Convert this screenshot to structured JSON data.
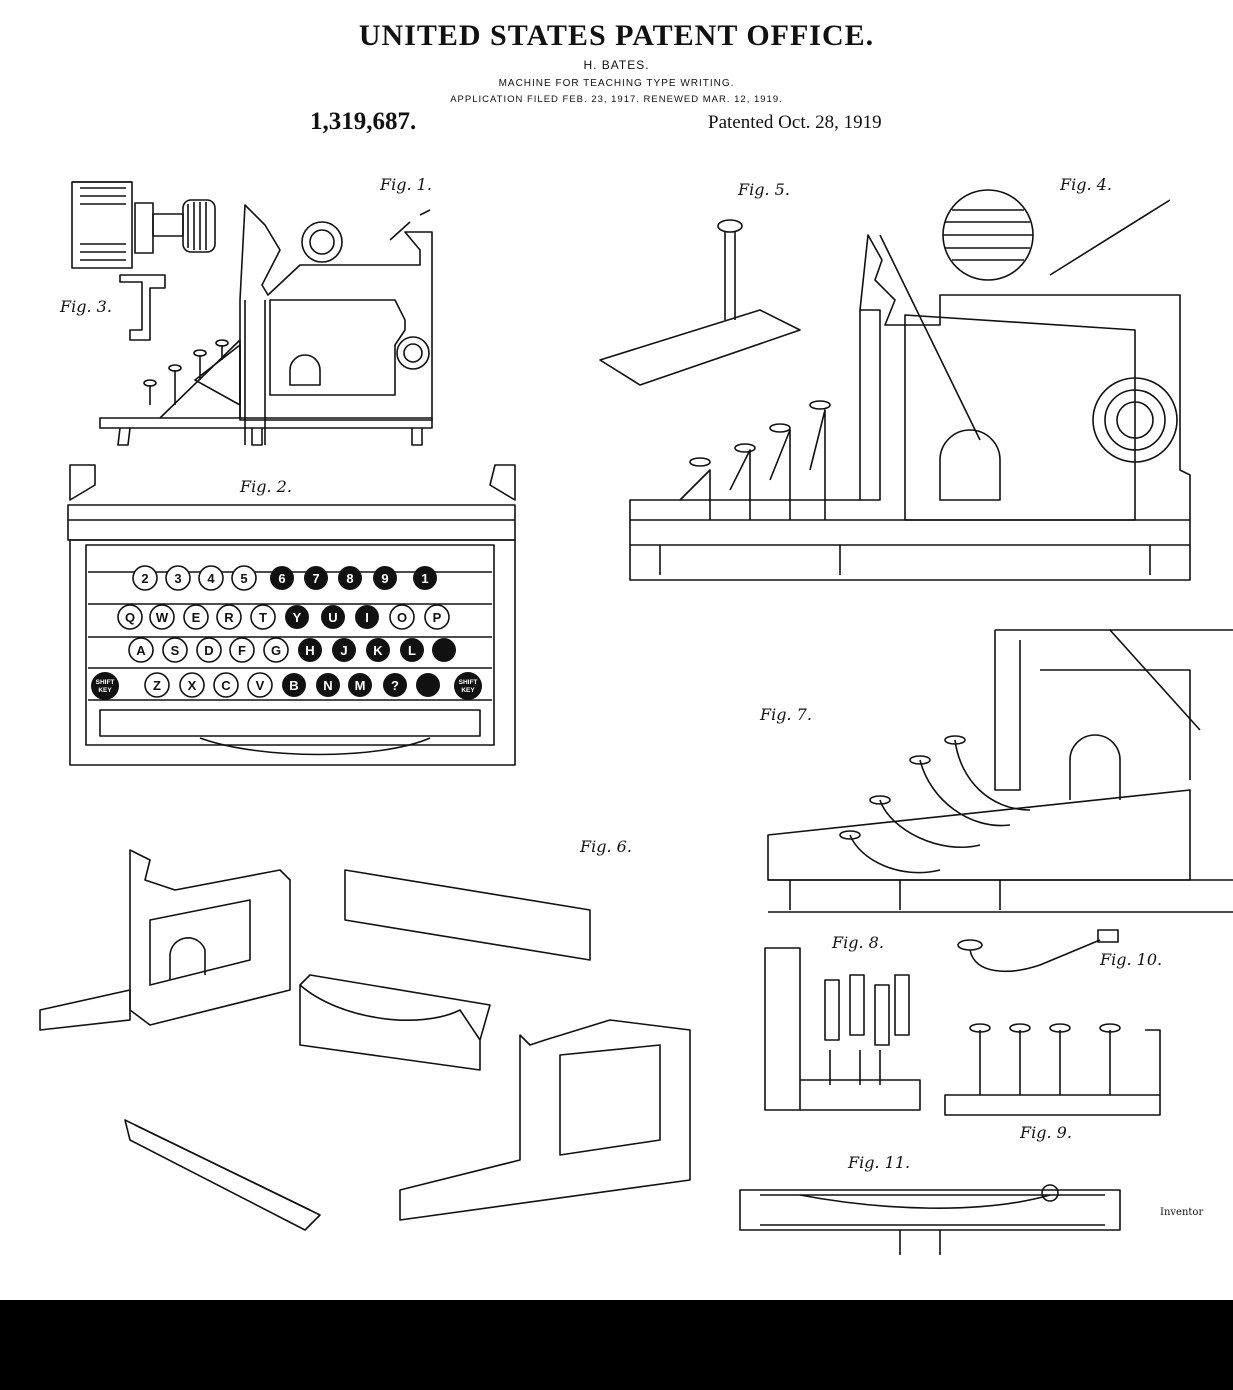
{
  "header": {
    "office": "UNITED STATES PATENT OFFICE.",
    "inventor": "H. BATES.",
    "subject": "MACHINE FOR TEACHING TYPE WRITING.",
    "filed": "APPLICATION FILED FEB. 23, 1917. RENEWED MAR. 12, 1919.",
    "patent_number": "1,319,687.",
    "patented": "Patented Oct. 28, 1919"
  },
  "figures": {
    "fig1": "Fig. 1.",
    "fig2": "Fig. 2.",
    "fig3": "Fig. 3.",
    "fig4": "Fig. 4.",
    "fig5": "Fig. 5.",
    "fig6": "Fig. 6.",
    "fig7": "Fig. 7.",
    "fig8": "Fig. 8.",
    "fig9": "Fig. 9.",
    "fig10": "Fig. 10.",
    "fig11": "Fig. 11."
  },
  "keyboard": {
    "row1": [
      "2",
      "3",
      "4",
      "5",
      "6",
      "7",
      "8",
      "9",
      "1"
    ],
    "row2": [
      "Q",
      "W",
      "E",
      "R",
      "T",
      "Y",
      "U",
      "I",
      "O",
      "P"
    ],
    "row3": [
      "A",
      "S",
      "D",
      "F",
      "G",
      "H",
      "J",
      "K",
      "L"
    ],
    "row4": [
      "Z",
      "X",
      "C",
      "V",
      "B",
      "N",
      "M",
      "?"
    ],
    "shift_left": [
      "SHIFT",
      "KEY"
    ],
    "shift_right": [
      "SHIFT",
      "KEY"
    ]
  },
  "signature": "Inventor",
  "colors": {
    "ink": "#111111",
    "paper": "#ffffff",
    "bar": "#000000"
  }
}
